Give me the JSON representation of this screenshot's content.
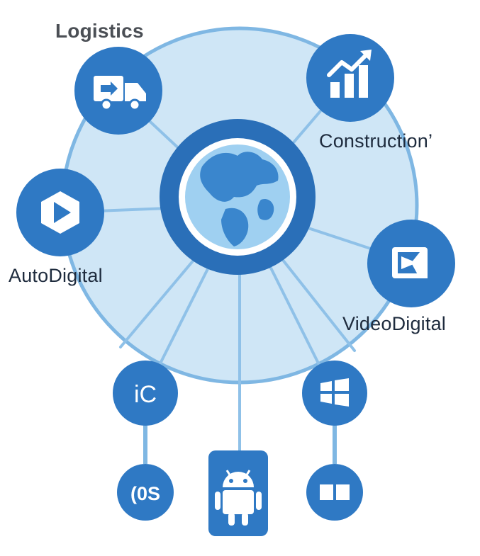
{
  "colors": {
    "node_blue": "#2f79c4",
    "ring_light": "#cfe6f6",
    "ring_edge": "#7fb7e3",
    "hub_dark": "#2a6fb8",
    "globe_ocean": "#ffffff",
    "globe_land": "#3a86cd",
    "text_dark": "#1e2b3d",
    "text_gray": "#4b4f55"
  },
  "labels": {
    "logistics": "Logistics",
    "construction": "Construction’",
    "autodigital": "AutoDigital",
    "videodigital": "VideoDigital",
    "ic": "iC",
    "ios": "(0S"
  },
  "icons": {
    "hub": "globe-icon",
    "logistics": "truck-icon",
    "construction": "chart-up-icon",
    "autodigital": "play-icon",
    "videodigital": "video-icon",
    "ic": "ic-text-icon",
    "windows": "windows-icon",
    "ios": "ios-text-icon",
    "android": "android-icon",
    "sub_windows": "tiles-icon"
  }
}
